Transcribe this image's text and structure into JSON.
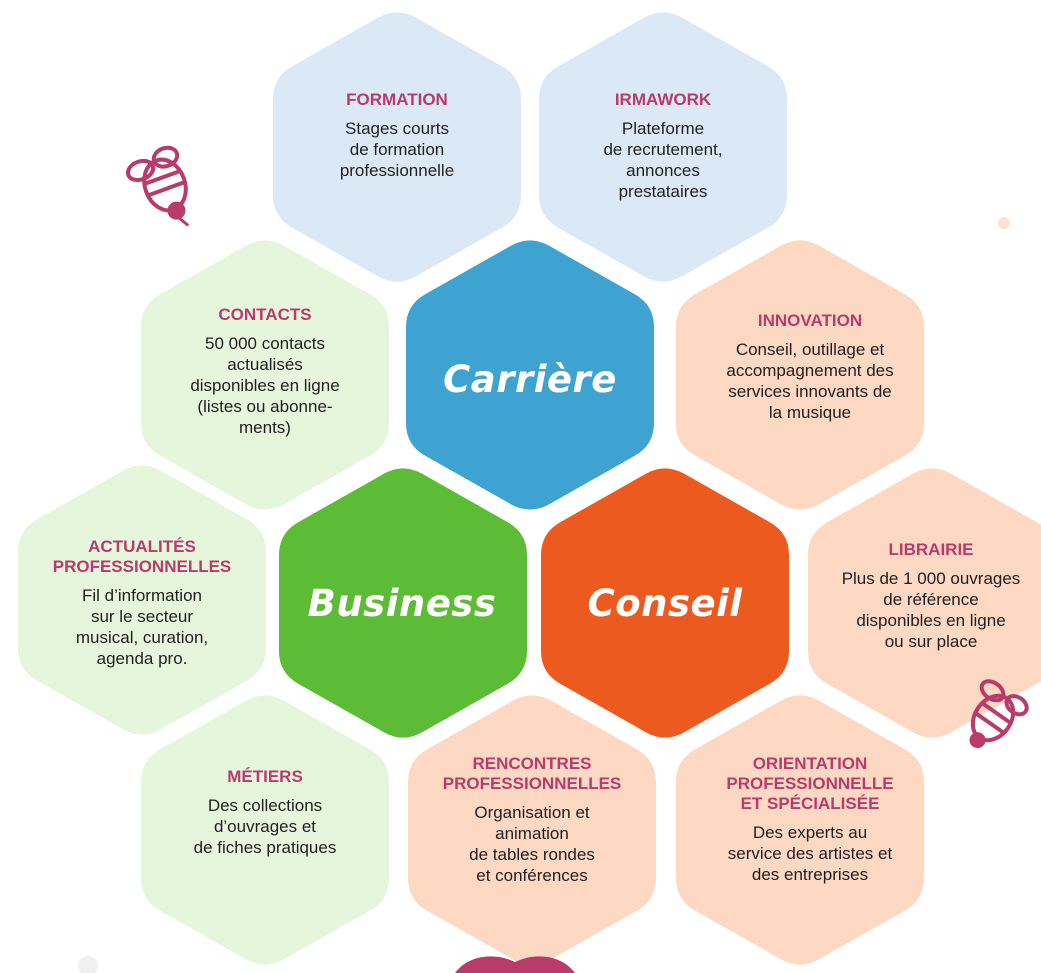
{
  "colors": {
    "blue_hex": "#dbe8f5",
    "green_hex": "#e6f6dc",
    "peach_hex": "#fdd8c2",
    "core_blue": "#3ea3d0",
    "core_green": "#5dbc35",
    "core_orange": "#ec5a20",
    "title_pink": "#b83b6c",
    "bee": "#b83b6c"
  },
  "core": {
    "carriere": "Carrière",
    "business": "Business",
    "conseil": "Conseil"
  },
  "hexes": {
    "formation": {
      "title": "FORMATION",
      "desc": "Stages courts\nde formation\nprofessionnelle"
    },
    "irmawork": {
      "title": "IRMAWORK",
      "desc": "Plateforme\nde recrutement,\nannonces\nprestataires"
    },
    "contacts": {
      "title": "CONTACTS",
      "desc": "50 000 contacts\nactualisés\ndisponibles en ligne\n(listes ou abonne-\nments)"
    },
    "innovation": {
      "title": "INNOVATION",
      "desc": "Conseil, outillage et\naccompagnement des\nservices innovants de\nla musique"
    },
    "actualites": {
      "title": "ACTUALITÉS\nPROFESSIONNELLES",
      "desc": "Fil  d’information\nsur le secteur\nmusical, curation,\nagenda pro."
    },
    "librairie": {
      "title": "LIBRAIRIE",
      "desc": "Plus de 1 000 ouvrages\nde référence\ndisponibles en ligne\nou sur place"
    },
    "metiers": {
      "title": "MÉTIERS",
      "desc": "Des collections\nd’ouvrages et\nde fiches pratiques"
    },
    "rencontres": {
      "title": "RENCONTRES\nPROFESSIONNELLES",
      "desc": "Organisation et\nanimation\nde tables rondes\net conférences"
    },
    "orientation": {
      "title": "ORIENTATION\nPROFESSIONNELLE\nET SPÉCIALISÉE",
      "desc": "Des experts au\nservice des artistes et\ndes entreprises"
    }
  },
  "icons": [
    "bee-icon-left",
    "bee-icon-right",
    "hex-fragment-bottom"
  ]
}
